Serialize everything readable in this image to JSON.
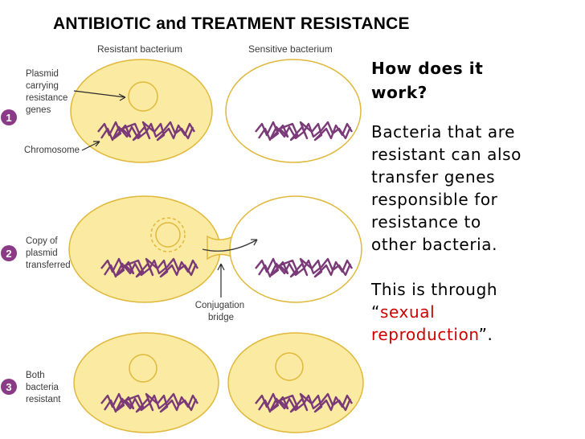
{
  "title": "ANTIBIOTIC and TREATMENT RESISTANCE",
  "figure": {
    "col_resistant": "Resistant bacterium",
    "col_sensitive": "Sensitive bacterium",
    "label_plasmid": [
      "Plasmid",
      "carrying",
      "resistance",
      "genes"
    ],
    "label_chromosome": "Chromosome",
    "label_copy": [
      "Copy of",
      "plasmid",
      "transferred"
    ],
    "label_conjugation": [
      "Conjugation",
      "bridge"
    ],
    "label_both": [
      "Both",
      "bacteria",
      "resistant"
    ],
    "steps": [
      "1",
      "2",
      "3"
    ],
    "colors": {
      "cell_fill": "#fbeaa1",
      "cell_stroke": "#e0b83c",
      "chromosome": "#7a3a78",
      "step_badge": "#8a3a86"
    }
  },
  "panel": {
    "heading": [
      "How does it",
      "work?"
    ],
    "body": [
      "Bacteria that are",
      "resistant can also",
      "transfer genes",
      "responsible for",
      "resistance to",
      "other bacteria."
    ],
    "end_line1": "This is through",
    "quote_open": "“",
    "highlight_line1": "sexual",
    "highlight_line2": "reproduction",
    "quote_close": "”."
  }
}
